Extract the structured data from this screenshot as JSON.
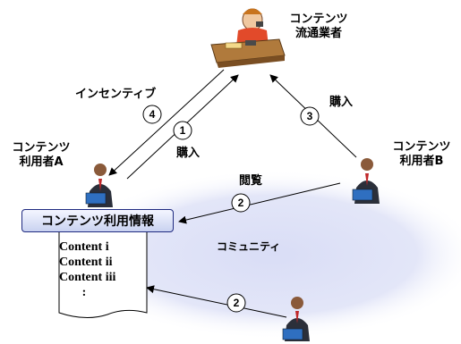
{
  "distributor": {
    "line1": "コンテンツ",
    "line2": "流通業者"
  },
  "user_a": {
    "line1": "コンテンツ",
    "line2": "利用者A"
  },
  "user_b": {
    "line1": "コンテンツ",
    "line2": "利用者B"
  },
  "labels": {
    "incentive": "インセンティブ",
    "purchase_a": "購入",
    "purchase_b": "購入",
    "view": "閲覧",
    "community": "コミュニティ"
  },
  "info_box": {
    "title": "コンテンツ利用情報"
  },
  "contents": [
    "Content i",
    "Content ii",
    "Content iii",
    ":"
  ],
  "steps": {
    "incentive": "4",
    "purchase_a": "1",
    "purchase_b": "3",
    "view_b": "2",
    "view_c": "2"
  },
  "colors": {
    "ellipse": "#cfd5f2",
    "box_border": "#1f2a80",
    "suit": "#2b2f3a",
    "laptop": "#2f6fc0"
  }
}
